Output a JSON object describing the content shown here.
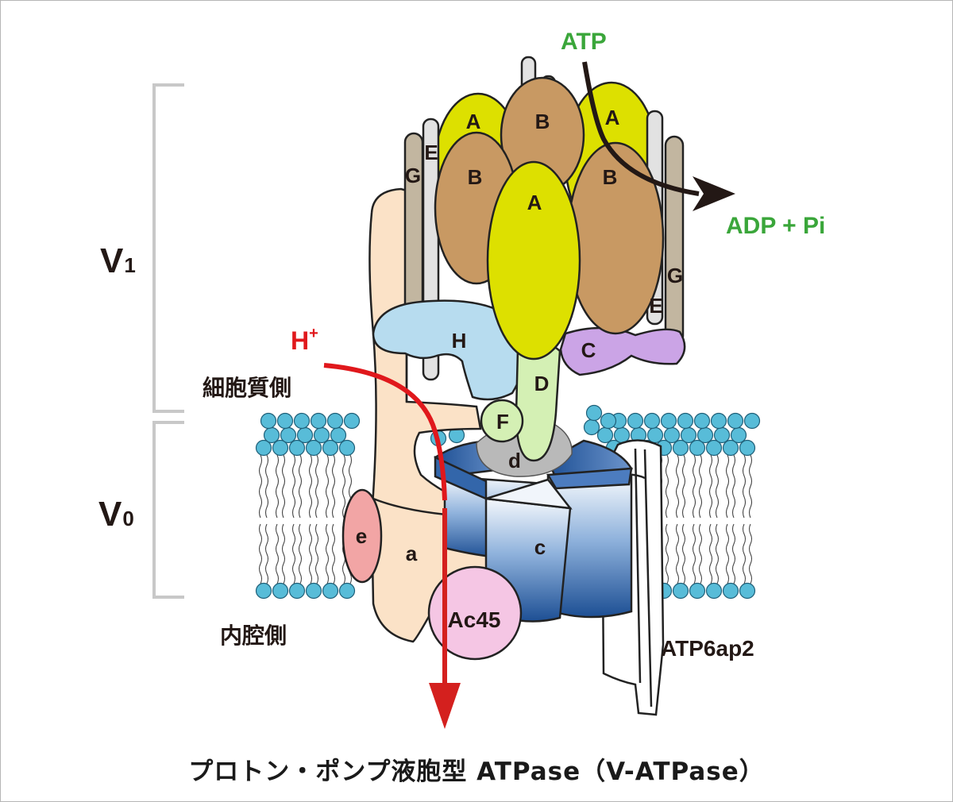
{
  "labels": {
    "v1": "V",
    "v1_sub": "1",
    "v0": "V",
    "v0_sub": "0",
    "cytoplasm": "細胞質側",
    "lumen": "内腔側",
    "h_plus": "H",
    "h_plus_sup": "+",
    "atp": "ATP",
    "adp_pi": "ADP + Pi",
    "atp6ap2": "ATP6ap2"
  },
  "subunits": {
    "a_left_back": "A",
    "b_back": "B",
    "a_right_back": "A",
    "b_left_front": "B",
    "a_center": "A",
    "b_right_front": "B",
    "e_left": "E",
    "g_left": "G",
    "e_right": "E",
    "g_right": "G",
    "h": "H",
    "c_upper": "C",
    "d_upper": "D",
    "f": "F",
    "d_lower": "d",
    "e_lower": "e",
    "a_lower": "a",
    "c_ring": "c",
    "ac45": "Ac45"
  },
  "caption": "プロトン・ポンプ液胞型 ATPase（V-ATPase）",
  "colors": {
    "subunit_A": "#dde000",
    "subunit_B": "#c89963",
    "subunit_H": "#b7dcef",
    "subunit_C": "#cba4e6",
    "subunit_D": "#d4f0b4",
    "subunit_d": "#b9b9b9",
    "subunit_a": "#fbe2c7",
    "subunit_e": "#f2a5a5",
    "subunit_Ac45": "#f5c6e4",
    "c_ring": "#2f64a5",
    "lipid_head": "#58bcd8",
    "h_plus": "#e0181c",
    "atp_text": "#3aa63a",
    "bracket": "#c8c8c8"
  }
}
